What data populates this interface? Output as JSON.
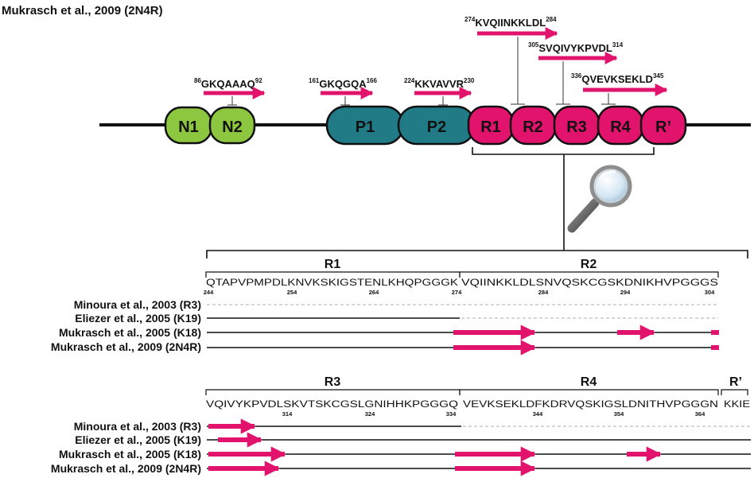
{
  "title": "Mukrasch et al., 2009 (2N4R)",
  "colors": {
    "green": "#8dc63f",
    "teal": "#217b86",
    "magenta": "#e2136c",
    "line": "#111111",
    "dashed": "#c8c8c8"
  },
  "domains": {
    "n1": "N1",
    "n2": "N2",
    "p1": "P1",
    "p2": "P2",
    "r1": "R1",
    "r2": "R2",
    "r3": "R3",
    "r4": "R4",
    "rp": "R’"
  },
  "strands": [
    {
      "start": "86",
      "seq": "GKQAAAQ",
      "end": "92"
    },
    {
      "start": "161",
      "seq": "GKQGQA",
      "end": "166"
    },
    {
      "start": "224",
      "seq": "KKVAVVR",
      "end": "230"
    },
    {
      "start": "274",
      "seq": "KVQIINKKLDL",
      "end": "284"
    },
    {
      "start": "305",
      "seq": "SVQIVYKPVDL",
      "end": "314"
    },
    {
      "start": "336",
      "seq": "QVEVKSEKLD",
      "end": "345"
    }
  ],
  "studies": [
    "Minoura et al., 2003 (R3)",
    "Eliezer et al., 2005 (K19)",
    "Mukrasch et al., 2005 (K18)",
    "Mukrasch et al., 2009 (2N4R)"
  ],
  "panel1": {
    "r1_label": "R1",
    "r2_label": "R2",
    "seq_r1": "QTAPVPMPDLKNVKSKIGSTENLKHQPGGGK",
    "seq_r2": "VQIINKKLDLSNVQSKCGSKDNIKHVPGGGS",
    "ticks": [
      "244",
      "254",
      "264",
      "274",
      "284",
      "294",
      "304"
    ]
  },
  "panel2": {
    "r3_label": "R3",
    "r4_label": "R4",
    "rp_label": "R’",
    "seq_r3": "VQIVYKPVDLSKVTSKCGSLGNIHHKPGGGQ",
    "seq_r4": "VEVKSEKLDFKDRVQSKIGSLDNITHVPGGGN",
    "seq_rp": "KKIE",
    "ticks": [
      "314",
      "324",
      "334",
      "344",
      "354",
      "364"
    ]
  }
}
